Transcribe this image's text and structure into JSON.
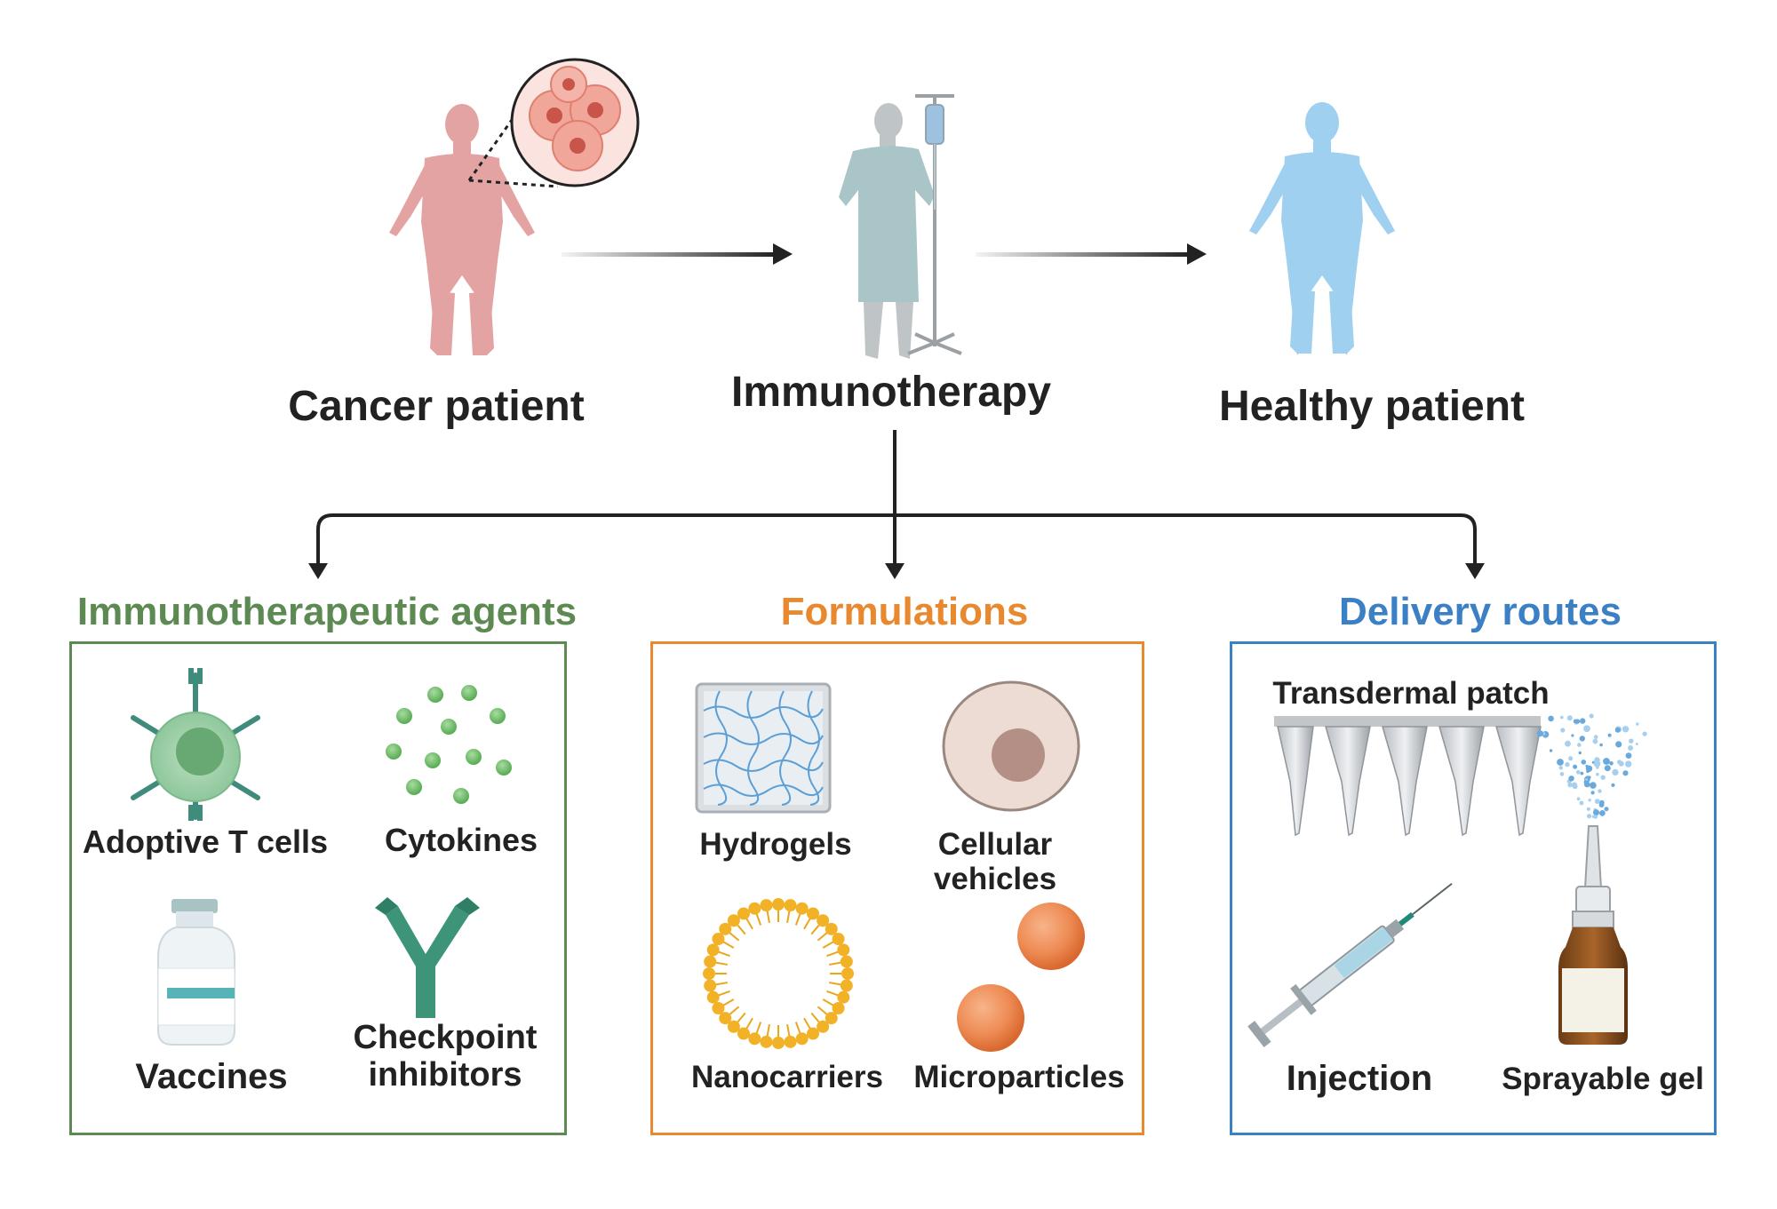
{
  "flow": {
    "stage1": "Cancer patient",
    "stage2": "Immunotherapy",
    "stage3": "Healthy patient"
  },
  "panels": [
    {
      "heading": "Immunotherapeutic agents",
      "color": "#5d8a52",
      "items": [
        "Adoptive T cells",
        "Cytokines",
        "Vaccines",
        "Checkpoint\ninhibitors"
      ]
    },
    {
      "heading": "Formulations",
      "color": "#e8892f",
      "items": [
        "Hydrogels",
        "Cellular\nvehicles",
        "Nanocarriers",
        "Microparticles"
      ]
    },
    {
      "heading": "Delivery routes",
      "color": "#3b7fc4",
      "items": [
        "Transdermal patch",
        "Injection",
        "Sprayable gel"
      ]
    }
  ],
  "icons": {
    "cancer_patient": "human-figure-icon",
    "tumor_zoom": "tumor-cells-icon",
    "treatment": "patient-iv-drip-icon",
    "healthy_patient": "human-figure-icon",
    "t_cell": "t-cell-icon",
    "cytokines": "cytokine-dots-icon",
    "vaccine": "vial-icon",
    "antibody": "antibody-icon",
    "hydrogel": "hydrogel-mesh-icon",
    "cell": "cell-icon",
    "liposome": "liposome-icon",
    "microparticle": "sphere-icon",
    "microneedle": "microneedle-patch-icon",
    "syringe": "syringe-icon",
    "spray_bottle": "spray-bottle-icon"
  }
}
